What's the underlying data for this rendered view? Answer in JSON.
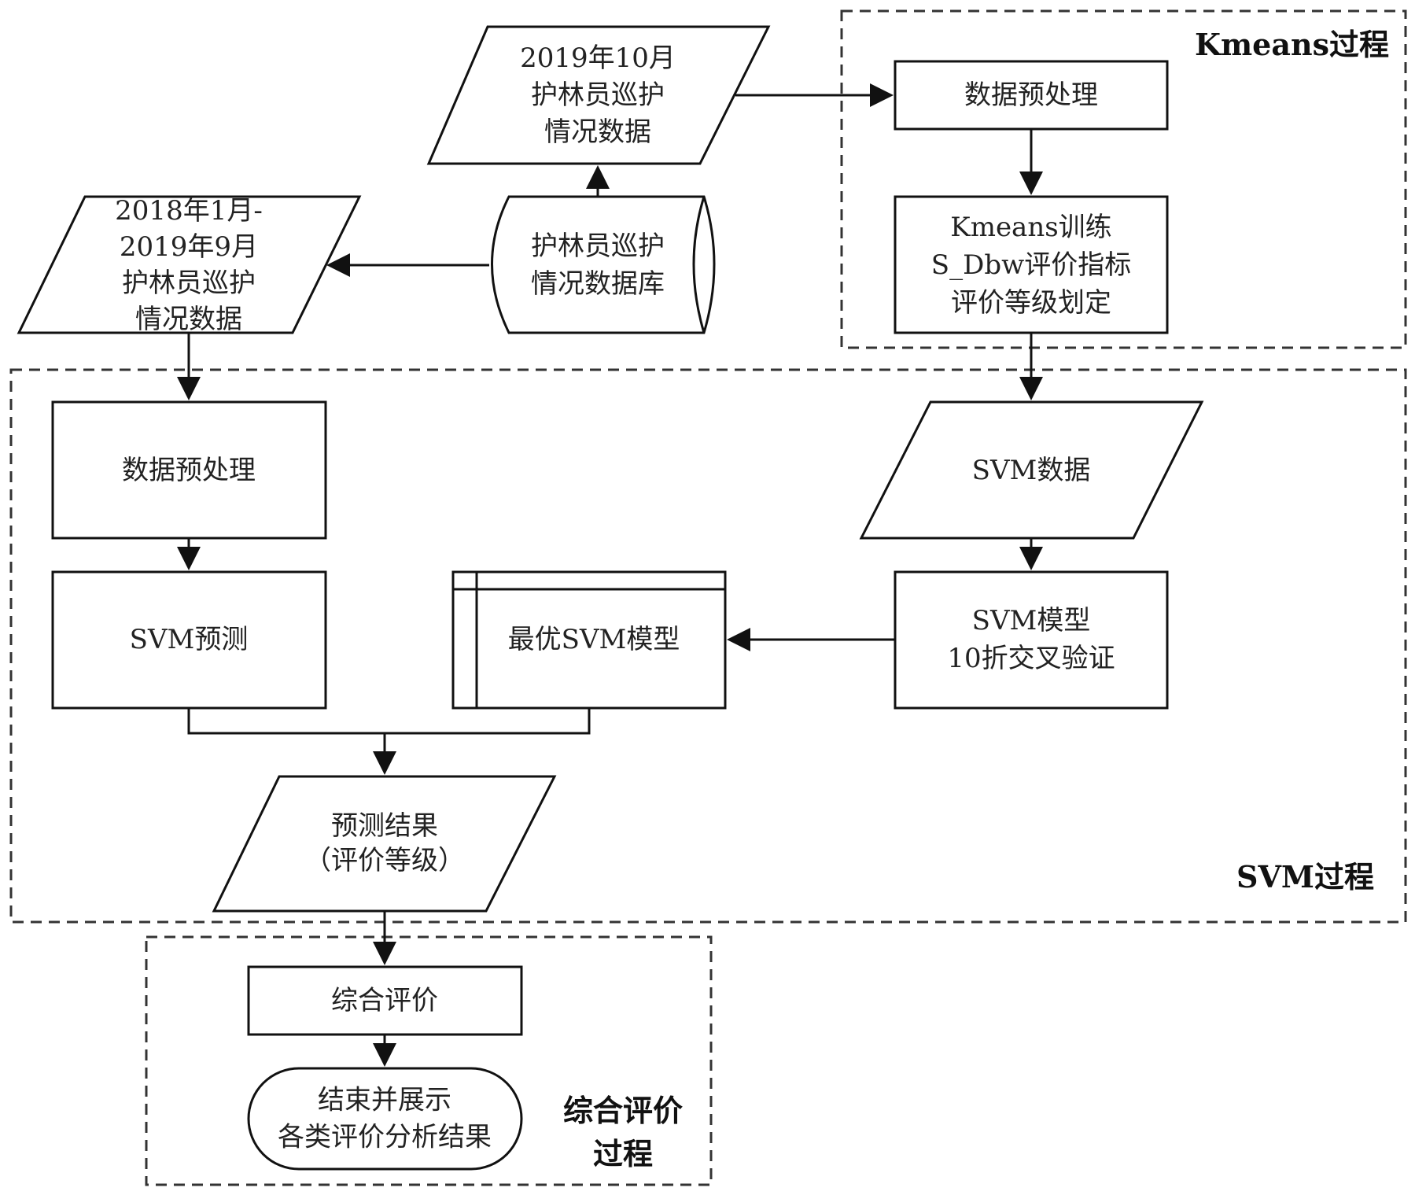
{
  "colors": {
    "stroke": "#111111",
    "text": "#222222",
    "background": "#ffffff"
  },
  "regions": {
    "kmeans": "Kmeans过程",
    "svm": "SVM过程",
    "eval": [
      "综合评价",
      "过程"
    ]
  },
  "nodes": {
    "db": {
      "lines": [
        "护林员巡护",
        "情况数据库"
      ]
    },
    "data2019": {
      "lines": [
        "2019年10月",
        "护林员巡护",
        "情况数据"
      ]
    },
    "data2018": {
      "lines": [
        "2018年1月-",
        "2019年9月",
        "护林员巡护",
        "情况数据"
      ]
    },
    "preprocKm": {
      "lines": [
        "数据预处理"
      ]
    },
    "kmTrain": {
      "lines": [
        "Kmeans训练",
        "S_Dbw评价指标",
        "评价等级划定"
      ]
    },
    "svmData": {
      "lines": [
        "SVM数据"
      ]
    },
    "svmModel": {
      "lines": [
        "SVM模型",
        "10折交叉验证"
      ]
    },
    "bestSvm": {
      "lines": [
        "最优SVM模型"
      ]
    },
    "preprocLeft": {
      "lines": [
        "数据预处理"
      ]
    },
    "svmPredict": {
      "lines": [
        "SVM预测"
      ]
    },
    "predResult": {
      "lines": [
        "预测结果",
        "（评价等级）"
      ]
    },
    "overall": {
      "lines": [
        "综合评价"
      ]
    },
    "end": {
      "lines": [
        "结束并展示",
        "各类评价分析结果"
      ]
    }
  }
}
